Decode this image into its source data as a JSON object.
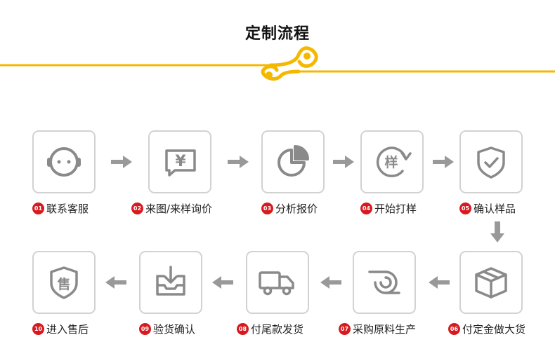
{
  "title": "定制流程",
  "colors": {
    "accent_gold": "#f5b800",
    "number_red": "#d71a20",
    "icon_gray": "#8a8a8a",
    "box_border": "#d2d2d2"
  },
  "steps": [
    {
      "num": "01",
      "label": "联系客服",
      "icon": "headset-icon"
    },
    {
      "num": "02",
      "label": "来图/来样询价",
      "icon": "yuan-chat-icon"
    },
    {
      "num": "03",
      "label": "分析报价",
      "icon": "pie-chart-icon"
    },
    {
      "num": "04",
      "label": "开始打样",
      "icon": "sample-stamp-icon"
    },
    {
      "num": "05",
      "label": "确认样品",
      "icon": "shield-check-icon"
    },
    {
      "num": "06",
      "label": "付定金做大货",
      "icon": "package-box-icon"
    },
    {
      "num": "07",
      "label": "采购原料生产",
      "icon": "material-roll-icon"
    },
    {
      "num": "08",
      "label": "付尾款发货",
      "icon": "delivery-truck-icon"
    },
    {
      "num": "09",
      "label": "验货确认",
      "icon": "inbox-download-icon"
    },
    {
      "num": "10",
      "label": "进入售后",
      "icon": "after-sale-shield-icon"
    }
  ],
  "icon_text": {
    "yuan": "¥",
    "sample": "样",
    "after_sale": "售"
  }
}
